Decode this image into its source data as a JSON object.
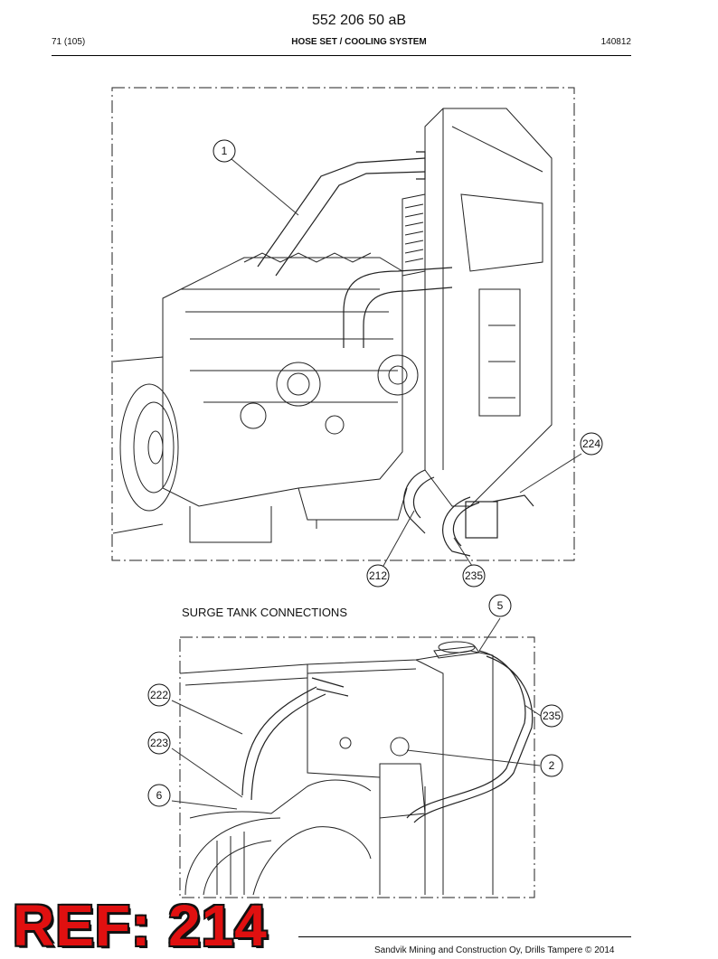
{
  "document": {
    "number": "552 206 50 aB",
    "page": "71 (105)",
    "title": "HOSE SET / COOLING SYSTEM",
    "date": "140812"
  },
  "surge_tank": {
    "label": "SURGE TANK CONNECTIONS"
  },
  "callouts": {
    "c1": "1",
    "c224": "224",
    "c212": "212",
    "c235a": "235",
    "c5": "5",
    "c222": "222",
    "c235b": "235",
    "c223": "223",
    "c2": "2",
    "c6": "6"
  },
  "stamp": {
    "text": "REF: 214"
  },
  "footer": {
    "text": "Sandvik Mining and Construction Oy, Drills Tampere © 2014"
  }
}
